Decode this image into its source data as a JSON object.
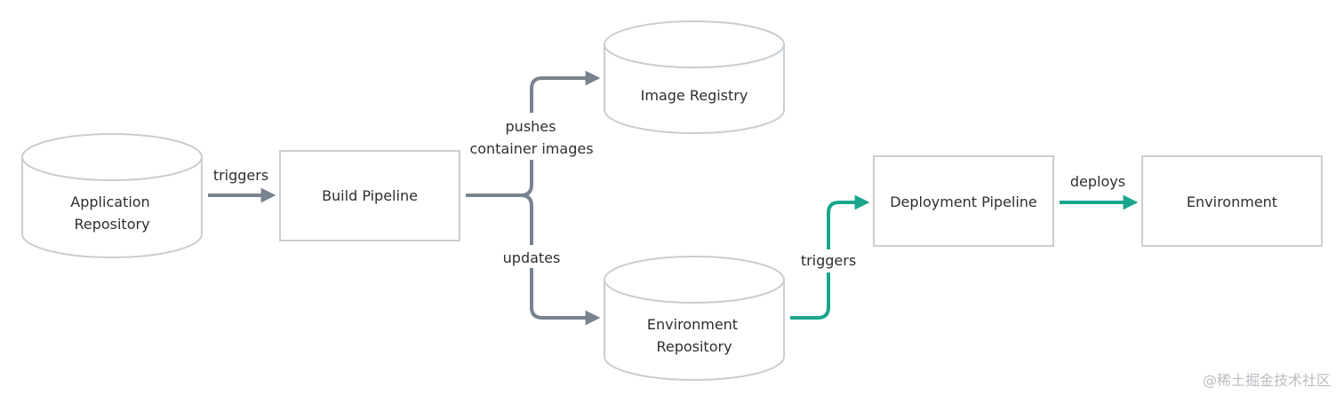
{
  "nodes": {
    "application_repository": [
      "Application",
      "Repository"
    ],
    "build_pipeline": "Build Pipeline",
    "image_registry": "Image Registry",
    "environment_repository": [
      "Environment",
      "Repository"
    ],
    "deployment_pipeline": "Deployment Pipeline",
    "environment": "Environment"
  },
  "edges": {
    "app_to_build": "triggers",
    "build_to_registry": [
      "pushes",
      "container images"
    ],
    "build_to_env_repo": "updates",
    "env_repo_to_deploy": "triggers",
    "deploy_to_env": "deploys"
  },
  "colors": {
    "gray_arrow": "#78838f",
    "teal_arrow": "#1aa68e",
    "node_border": "#c9ced3"
  },
  "watermark": "@稀土掘金技术社区"
}
